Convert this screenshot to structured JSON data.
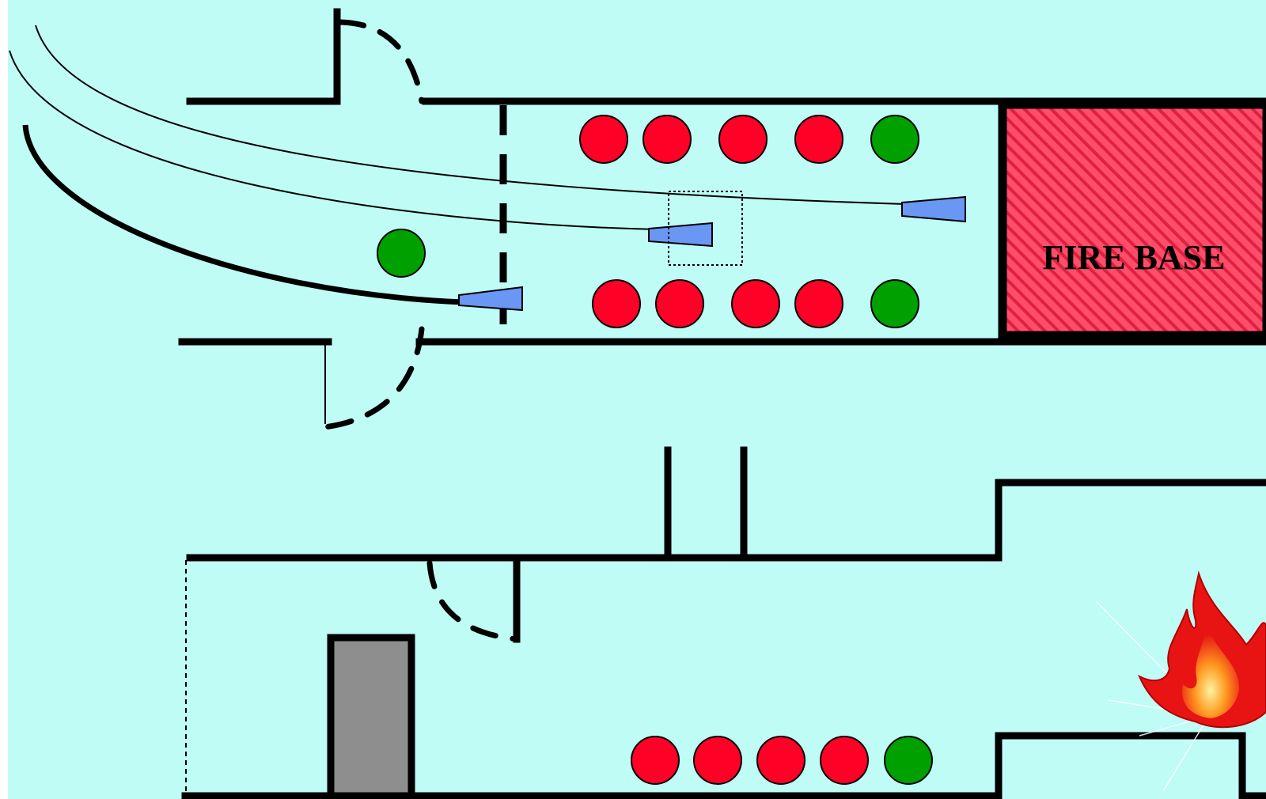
{
  "diagram": {
    "labels": {
      "fire_base": "FIRE BASE"
    },
    "colors": {
      "background": "#BFFCF6",
      "page_margin": "#FFFFFF",
      "wall": "#000000",
      "firefighter_red": "#FF0026",
      "firefighter_green": "#00A000",
      "nozzle": "#6A96F4",
      "fire_base_fill": "#FF4D6A",
      "door_block": "#8E8E8E",
      "flame_outer": "#E81414",
      "flame_inner": "#FF9A20"
    },
    "icons": {
      "fire": "flame-icon",
      "nozzle": "hose-nozzle-icon",
      "firefighter": "firefighter-marker-icon"
    },
    "groups": {
      "upper_corridor_top_row": [
        "red",
        "red",
        "red",
        "red",
        "green"
      ],
      "upper_corridor_bottom_row": [
        "red",
        "red",
        "red",
        "red",
        "green"
      ],
      "lower_corridor_row": [
        "red",
        "red",
        "red",
        "red",
        "green"
      ],
      "outside_standby": [
        "green"
      ]
    },
    "hose_lines": 3
  }
}
